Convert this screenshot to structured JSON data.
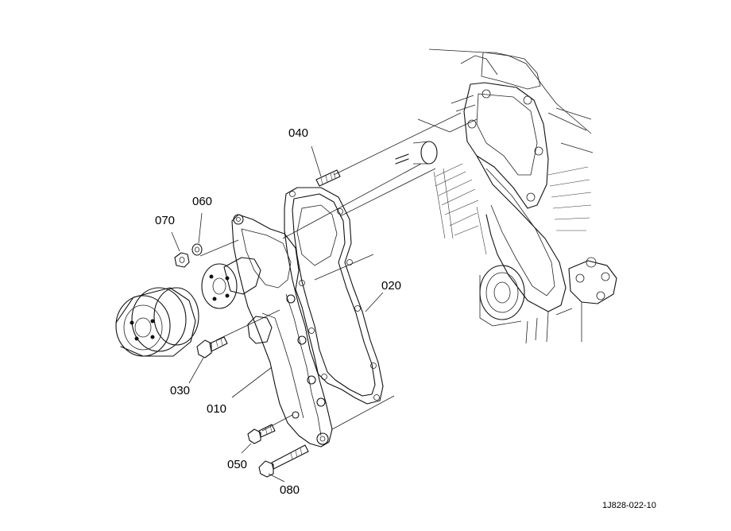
{
  "diagram": {
    "callouts": [
      {
        "id": "p010",
        "text": "010"
      },
      {
        "id": "p020",
        "text": "020"
      },
      {
        "id": "p030",
        "text": "030"
      },
      {
        "id": "p040",
        "text": "040"
      },
      {
        "id": "p050",
        "text": "050"
      },
      {
        "id": "p060",
        "text": "060"
      },
      {
        "id": "p070",
        "text": "070"
      },
      {
        "id": "p080",
        "text": "080"
      }
    ],
    "reference_code": "1J828-022-10"
  }
}
